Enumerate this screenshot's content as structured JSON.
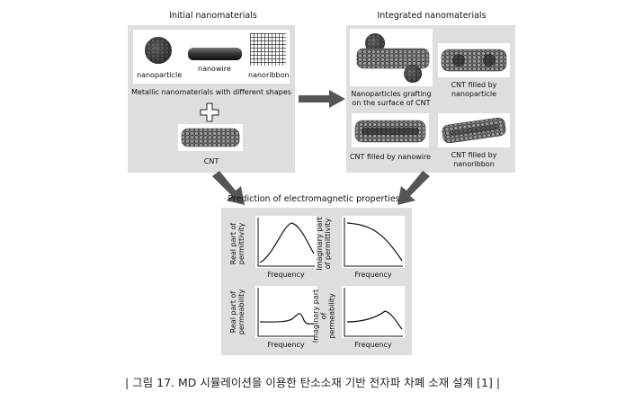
{
  "left_panel": {
    "title": "Initial nanomaterials",
    "labels": [
      "nanoparticle",
      "nanowire",
      "nanoribbon"
    ],
    "caption": "Metallic nanomaterials with different shapes",
    "cnt_label": "CNT"
  },
  "right_panel": {
    "title": "Integrated nanomaterials",
    "items": [
      "Nanoparticles grafting on the surface of CNT",
      "CNT filled by nanoparticle",
      "CNT filled by nanowire",
      "CNT filled by nanoribbon"
    ]
  },
  "bottom_panel": {
    "title": "Prediction of electromagnetic properties",
    "plots": [
      {
        "ylabel": "Real part of permittivity",
        "xlabel": "Frequency"
      },
      {
        "ylabel": "Imaginary part of permittivity",
        "xlabel": "Frequency"
      },
      {
        "ylabel": "Real part of permeability",
        "xlabel": "Frequency"
      },
      {
        "ylabel": "Imaginary part of permeability",
        "xlabel": "Frequency"
      }
    ]
  },
  "figure_caption": "| 그림 17. MD 시뮬레이션을 이용한 탄소소재 기반 전자파 차폐 소재 설계 [1] |"
}
